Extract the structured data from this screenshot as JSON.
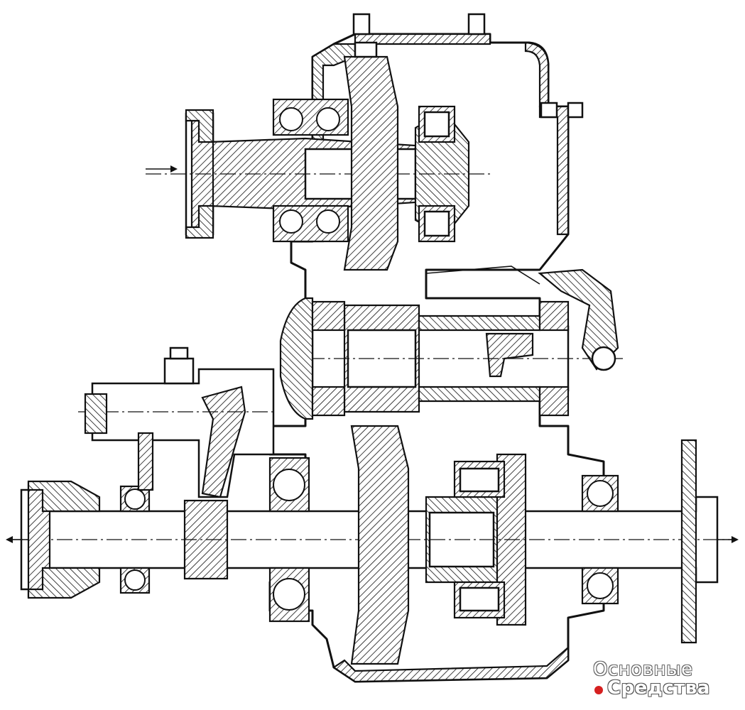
{
  "watermark": {
    "line1": "Основные",
    "line2": "Средства",
    "dot_color": "#d62020"
  },
  "drawing": {
    "subject": "transfer case cross-section",
    "input_arrow_icon": "arrow-right-icon",
    "output_arrow_left_icon": "arrow-left-icon",
    "output_arrow_right_icon": "arrow-right-icon"
  }
}
